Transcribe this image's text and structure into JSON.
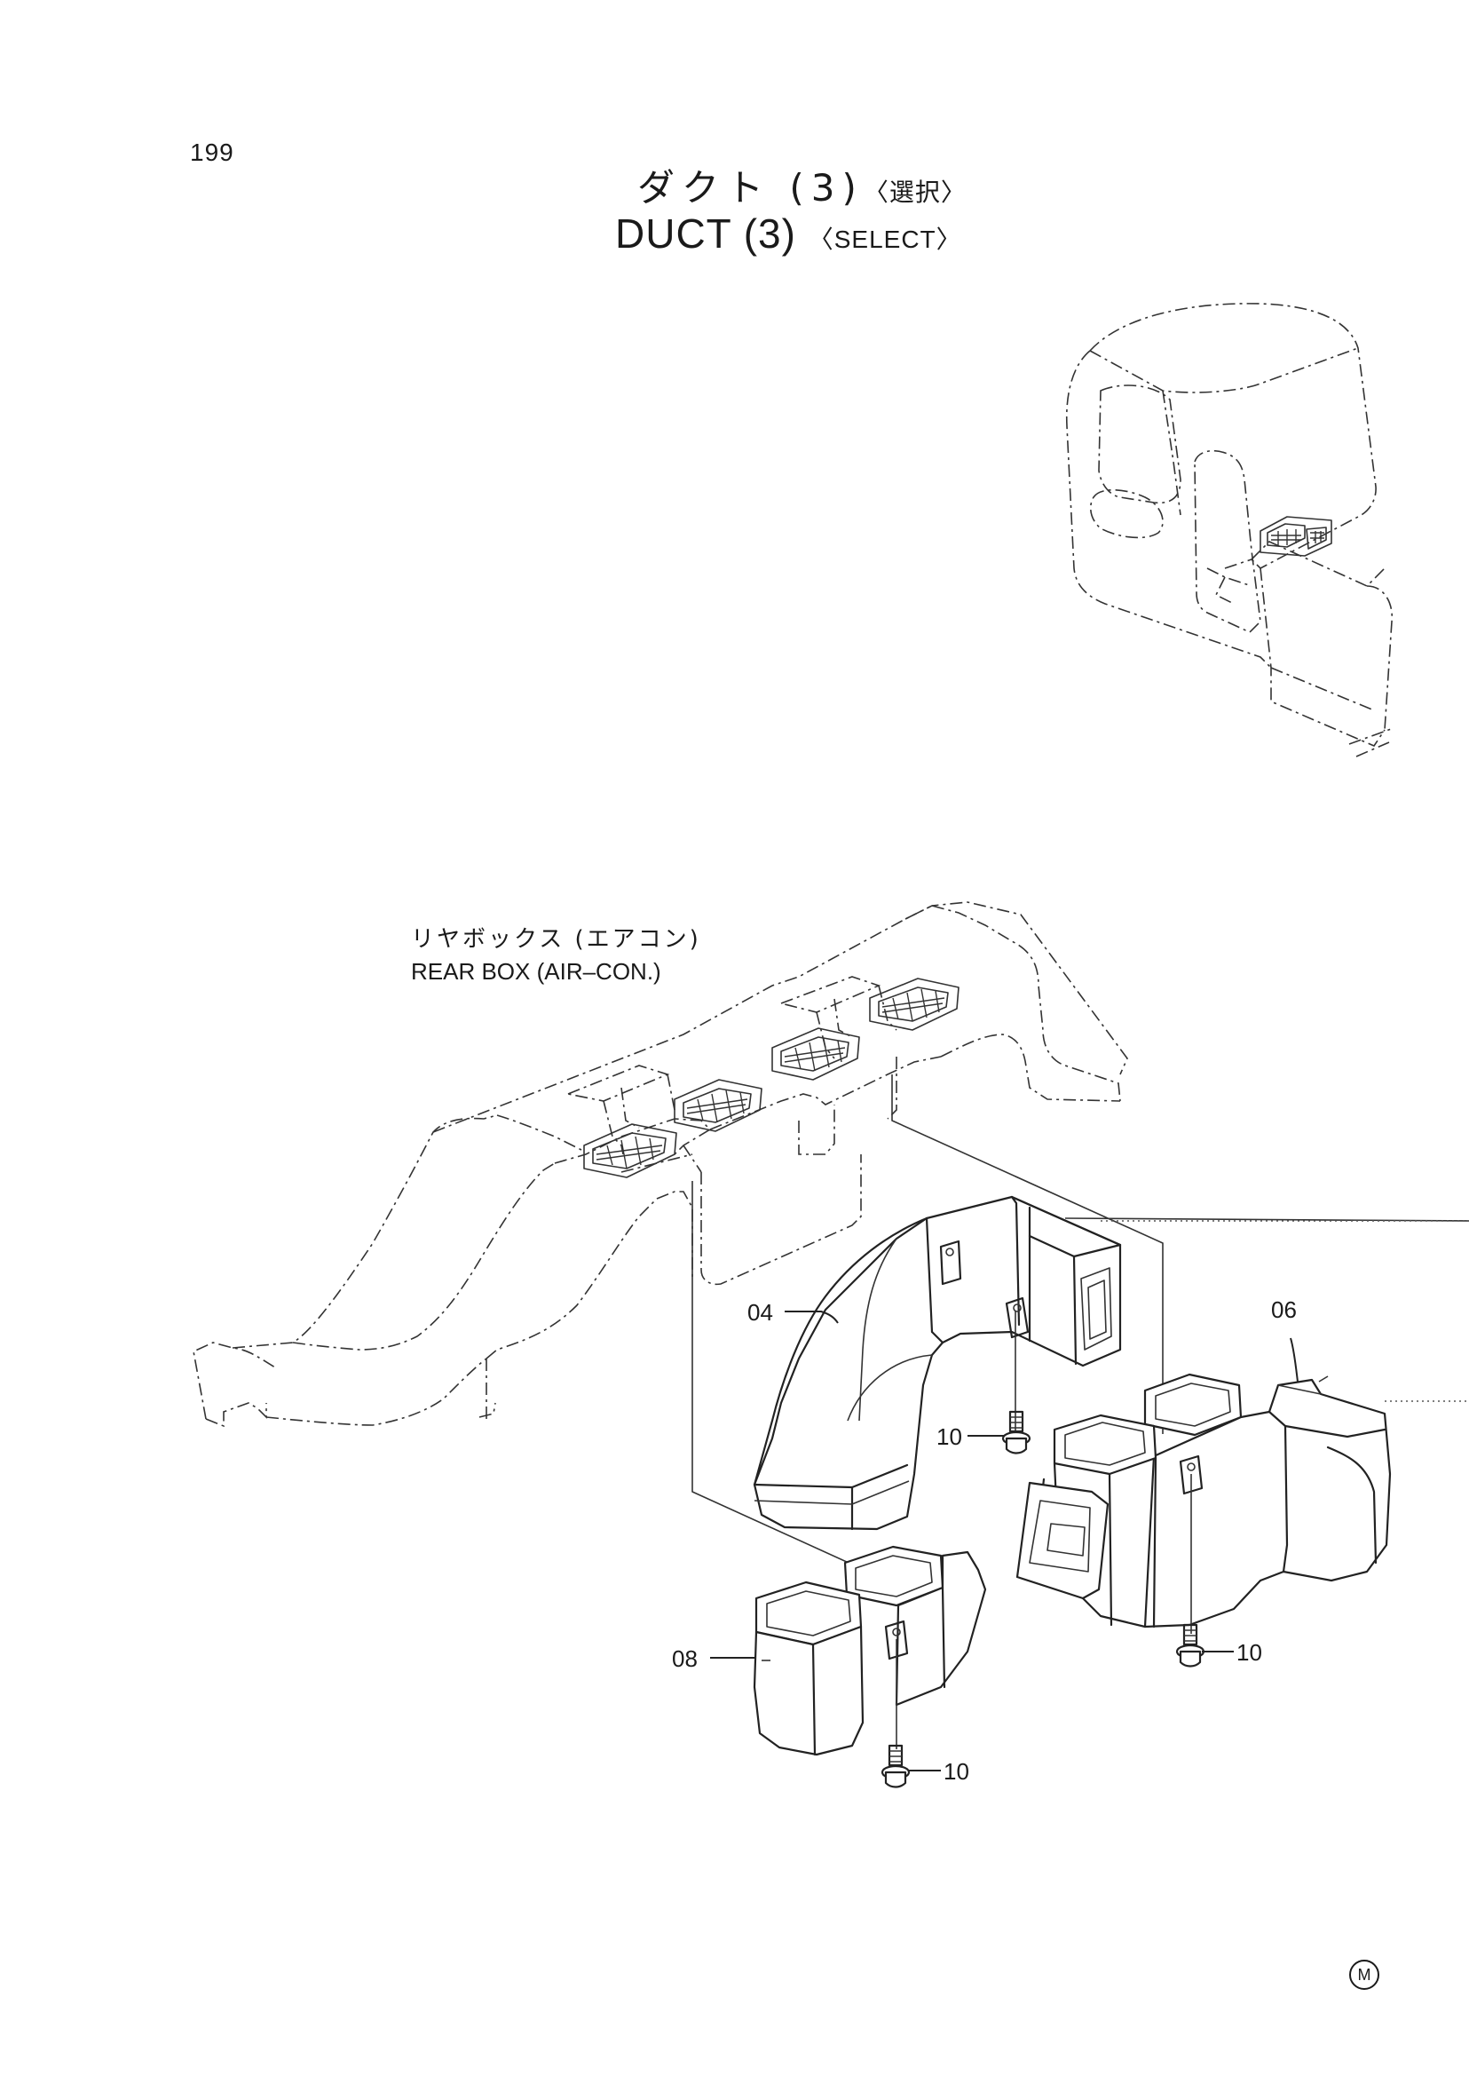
{
  "page": {
    "number": "199"
  },
  "title": {
    "jp_main": "ダクト (3)",
    "jp_sub": "〈選択〉",
    "en_main": "DUCT (3)",
    "en_sub": "〈SELECT〉"
  },
  "labels": {
    "rear_box_jp": "リヤボックス (エアコン)",
    "rear_box_en": "REAR BOX (AIR–CON.)"
  },
  "callouts": {
    "part_04": "04",
    "part_06": "06",
    "part_08": "08",
    "part_10_a": "10",
    "part_10_b": "10",
    "part_10_c": "10"
  },
  "mark": "M"
}
